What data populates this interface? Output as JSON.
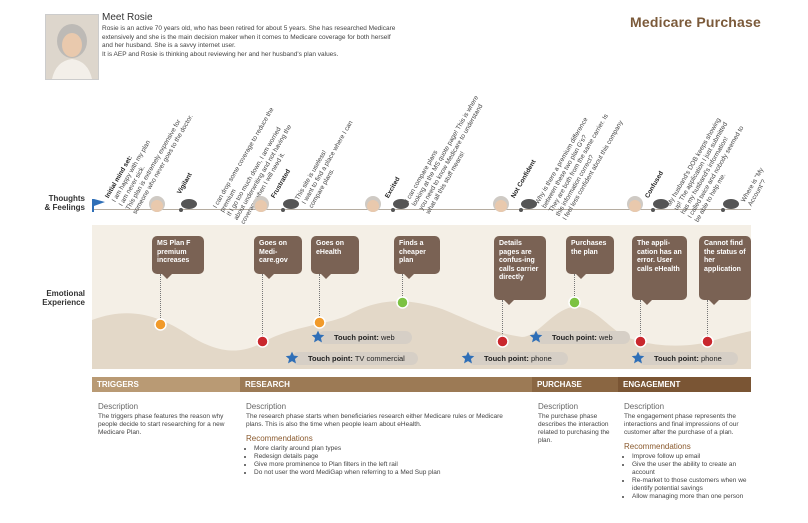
{
  "persona": {
    "name": "Meet Rosie",
    "description": [
      "Rosie is an active 70 years old, who has been retired for about 5 years. She has researched Medicare extensively and she is the main decision maker when it comes to Medicare coverage for both herself and her husband. She is a savvy internet user.",
      "It is AEP and Rosie is thinking about reviewing her and her husband's plan values."
    ]
  },
  "title": "Medicare  Purchase",
  "row_labels": {
    "thoughts": "Thoughts\n& Feelings",
    "emotional": "Emotional\nExperience"
  },
  "moods": {
    "vigilant": "Vigilant",
    "frustrated": "Frustrated",
    "excited": "Excited",
    "not_confident": "Not Confident",
    "confused": "Confused"
  },
  "thoughts": {
    "initial_label": "Initial mind set:",
    "initial_lines": [
      "I am happy with my plan",
      "I am never sick.",
      "This plan is extremely expensive for",
      "someone who never goes to the doctor."
    ],
    "t1": [
      "I can drop some coverage to reduce the",
      "premium",
      "If I go too much down, I am worried",
      "about underwriting and not having the",
      "coverage when I will need it."
    ],
    "t2": [
      "This site is useless!",
      "I want to find a place where I can",
      "compare plans."
    ],
    "t3": [
      "I can compare plans",
      "looking at the MS quote page! This is where",
      "you need to know Medicare to understand",
      "what all this stuff means!"
    ],
    "t4": [
      "Why is there a premium difference",
      "between these two plan G's?",
      "They are both from the same carrier. Is",
      "this information correct?",
      "I feel less confident about this company"
    ],
    "t5": [
      "My husband's DOB keeps showing",
      "up! The application I just submitted",
      "has my husband's information!",
      "I called twice and nobody seemed to",
      "be able to help me."
    ],
    "t6": [
      "Where is \"My",
      "Account\"?"
    ]
  },
  "callouts": [
    "MS Plan F premium increases",
    "Goes on Medi-care.gov",
    "Goes on eHealth",
    "Finds a cheaper plan",
    "Details pages are confus-ing calls carrier directly",
    "Purchases the plan",
    "The appli-cation has an error. User calls eHealth",
    "Cannot find the status of her application"
  ],
  "touchpoints": [
    {
      "label": "Touch point:",
      "channel": "web"
    },
    {
      "label": "Touch point:",
      "channel": "TV commercial"
    },
    {
      "label": "Touch point:",
      "channel": "phone"
    },
    {
      "label": "Touch point:",
      "channel": "web"
    },
    {
      "label": "Touch point:",
      "channel": "phone"
    }
  ],
  "phases": [
    {
      "name": "TRIGGERS",
      "desc_heading": "Description",
      "desc": "The triggers phase features the reason why people decide to start researching for a new Medicare Plan."
    },
    {
      "name": "RESEARCH",
      "desc_heading": "Description",
      "desc": "The research phase starts when beneficiaries research either Medicare rules or Medicare plans. This is also the time when people learn about eHealth.",
      "rec_heading": "Recommendations",
      "recs": [
        "More clarity around plan types",
        "Redesign details page",
        "Give more prominence to Plan filters in the left rail",
        "Do not user the word MediGap when referring to a Med Sup plan"
      ]
    },
    {
      "name": "PURCHASE",
      "desc_heading": "Description",
      "desc": "The purchase phase describes the interaction related to purchasing the plan."
    },
    {
      "name": "ENGAGEMENT",
      "desc_heading": "Description",
      "desc": "The engagement phase represents the interactions and final impressions of our customer after the purchase of a plan.",
      "rec_heading": "Recommendations",
      "recs": [
        "Improve follow up email",
        "Give the user the ability to create an account",
        "Re-market to those customers when we identify potential savings",
        "Allow managing more than one person"
      ]
    }
  ],
  "colors": {
    "phase_triggers": "#b99a74",
    "phase_research": "#9c7a55",
    "phase_purchase": "#8a6642",
    "phase_engagement": "#7a5534",
    "callout": "#7a6254",
    "touch_star": "#2f6fb7",
    "marker_orange": "#f19a2a",
    "marker_red": "#c9272d",
    "marker_green": "#7cc242"
  }
}
